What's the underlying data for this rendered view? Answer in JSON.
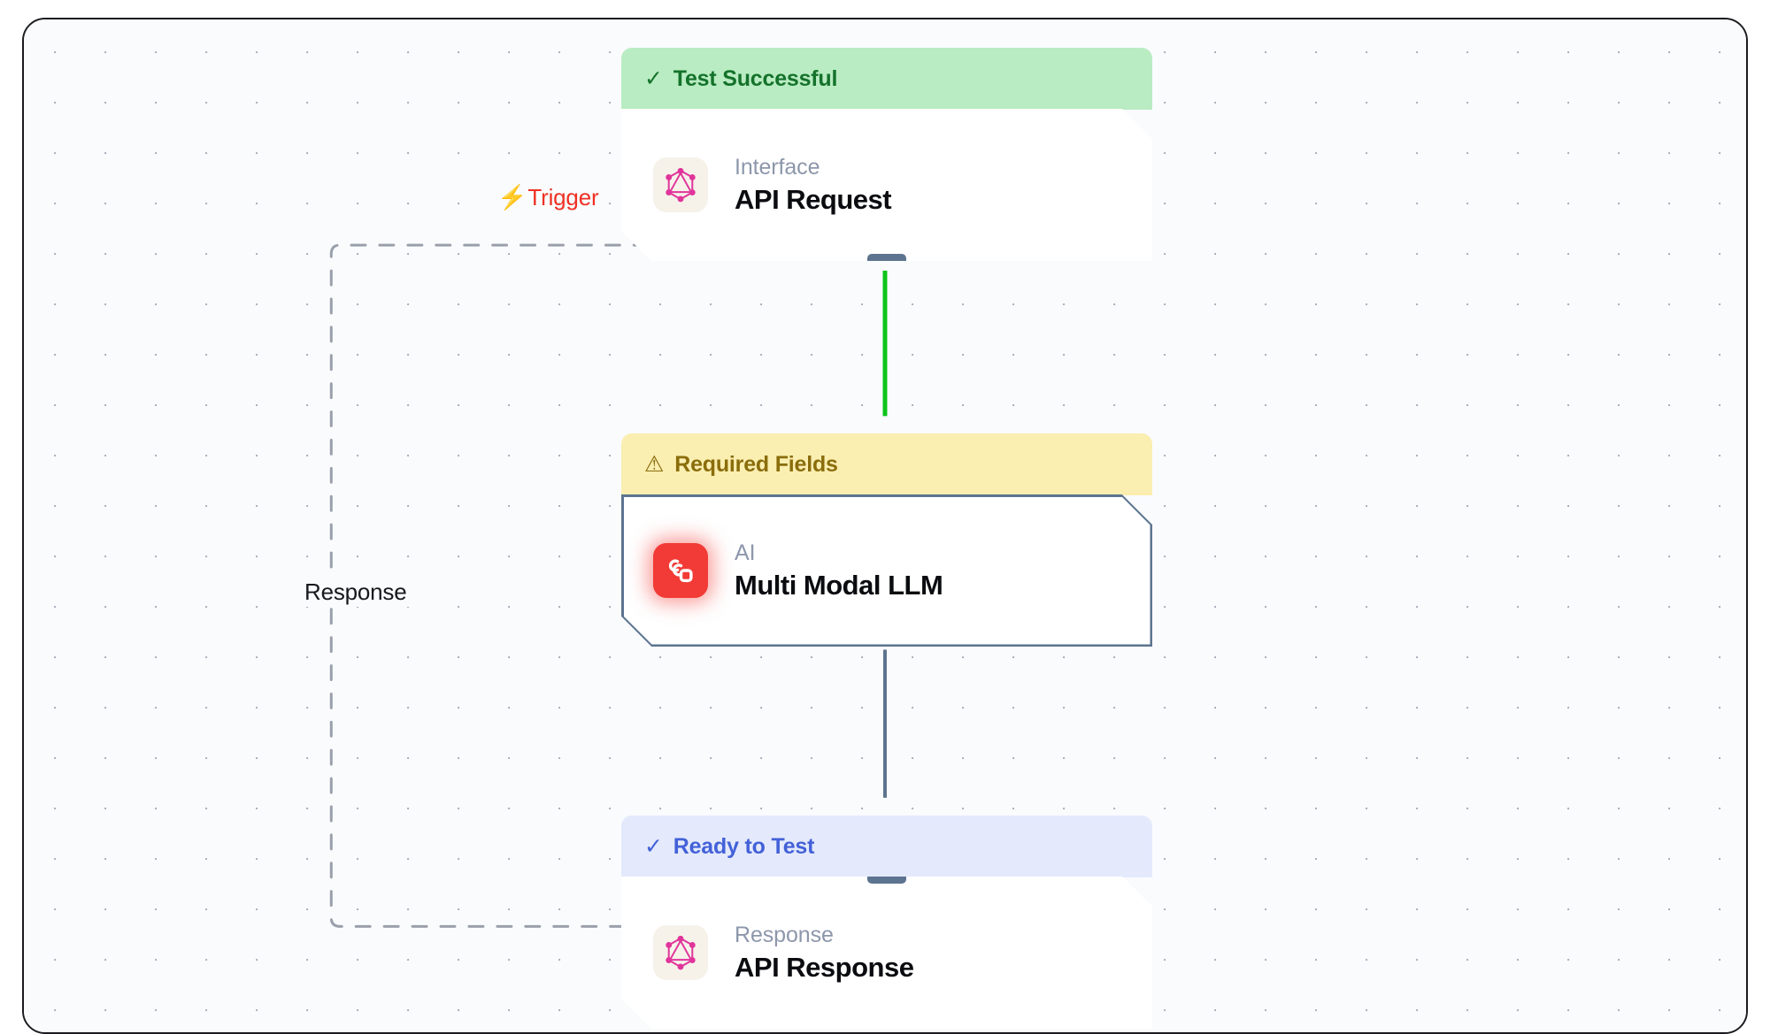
{
  "canvas": {
    "background_color": "#fafbfd",
    "dot_color": "#a9adba",
    "frame_border_color": "#1b1b1f"
  },
  "edges": [
    {
      "id": "trigger-edge",
      "label": "Trigger",
      "icon": "lightning-bolt-icon",
      "color": "#ef3124",
      "style": "dashed",
      "from": "api-response",
      "to": "api-request"
    },
    {
      "id": "response-edge",
      "label": "Response",
      "color": "#17181c",
      "style": "dashed",
      "from": "api-response",
      "to": "api-request"
    },
    {
      "id": "request-to-llm",
      "label": "",
      "color": "#0ec419",
      "style": "solid",
      "from": "api-request",
      "to": "multi-modal-llm"
    },
    {
      "id": "llm-to-response",
      "label": "",
      "color": "#5d7490",
      "style": "solid",
      "from": "multi-modal-llm",
      "to": "api-response"
    }
  ],
  "nodes": [
    {
      "id": "api-request",
      "status": {
        "label": "Test Successful",
        "icon": "check-icon",
        "variant": "success",
        "bg": "#b9ecc2",
        "fg": "#14722b"
      },
      "kind": "Interface",
      "title": "API Request",
      "icon": "graphql-icon",
      "selected": false
    },
    {
      "id": "multi-modal-llm",
      "status": {
        "label": "Required Fields",
        "icon": "warning-triangle-icon",
        "variant": "warning",
        "bg": "#faeeb1",
        "fg": "#8a6d0b"
      },
      "kind": "AI",
      "title": "Multi Modal LLM",
      "icon": "ai-model-icon",
      "selected": true
    },
    {
      "id": "api-response",
      "status": {
        "label": "Ready to Test",
        "icon": "check-icon",
        "variant": "info",
        "bg": "#e4eafc",
        "fg": "#4361d8"
      },
      "kind": "Response",
      "title": "API Response",
      "icon": "graphql-icon",
      "selected": false
    }
  ]
}
